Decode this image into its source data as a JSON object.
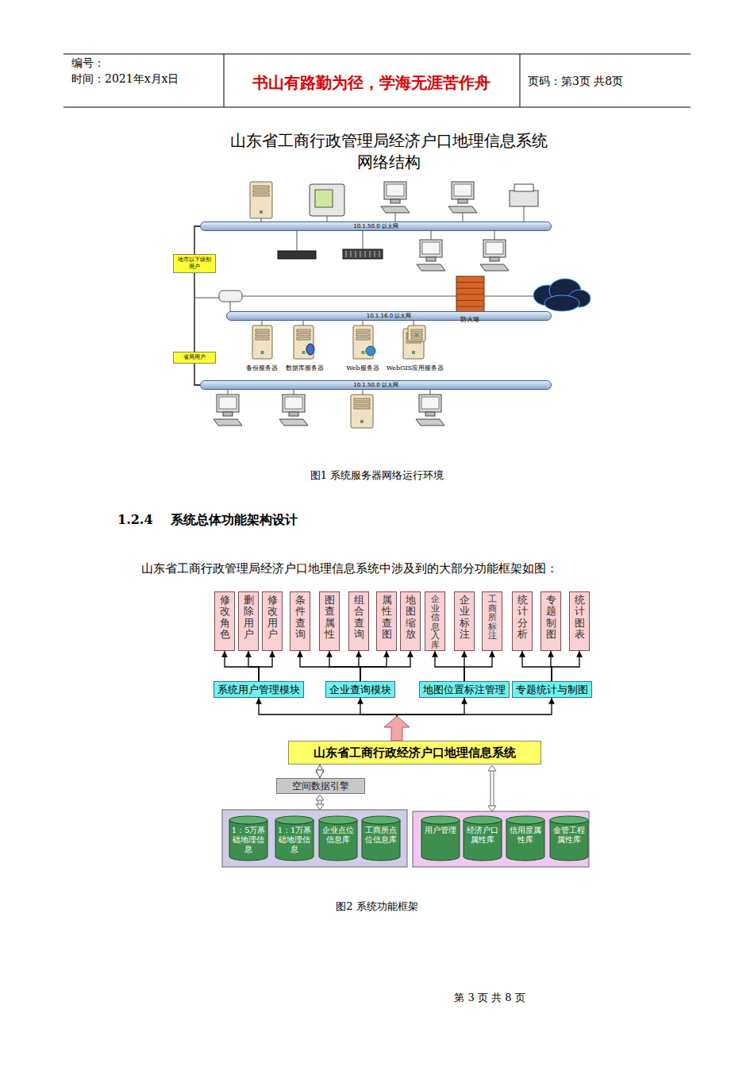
{
  "diagram": {
    "nodes": [
      {
        "text": [
          "10.1.50.0 以太网"
        ]
      },
      {
        "text": [
          "地市以下级别用户"
        ]
      },
      {
        "text": [
          "10.1.16.0 以太网"
        ]
      },
      {
        "text": [
          "省局用户"
        ]
      },
      {
        "text": [
          "10.1.50.0 以太网"
        ]
      },
      {
        "text": [
          "修改角色"
        ]
      },
      {
        "text": [
          "删除用户"
        ]
      },
      {
        "text": [
          "修改用户"
        ]
      },
      {
        "text": [
          "条件查询"
        ]
      },
      {
        "text": [
          "图查属性"
        ]
      },
      {
        "text": [
          "组合查询"
        ]
      },
      {
        "text": [
          "属性查图"
        ]
      },
      {
        "text": [
          "地图缩放"
        ]
      },
      {
        "text": [
          "企业信息入库"
        ]
      },
      {
        "text": [
          "企业标注"
        ]
      },
      {
        "text": [
          "工商所标注"
        ]
      },
      {
        "text": [
          "统计分析"
        ]
      },
      {
        "text": [
          "专题制图"
        ]
      },
      {
        "text": [
          "统计图表"
        ]
      },
      {
        "text": [
          "系统用户管理模块"
        ]
      },
      {
        "text": [
          "企业查询模块"
        ]
      },
      {
        "text": [
          "地图位置标注管理"
        ]
      },
      {
        "text": [
          "专题统计与制图"
        ]
      },
      {
        "text": [
          "山东省工商行政经济户口地理信息系统"
        ]
      },
      {
        "text": [
          "空间数据引擎"
        ]
      },
      {
        "text": [
          "1：5万基础地理信息"
        ]
      },
      {
        "text": [
          "1：1万基础地理信息"
        ]
      },
      {
        "text": [
          "企业点位信息库"
        ]
      },
      {
        "text": [
          "工商所点位信息库"
        ]
      },
      {
        "text": [
          "用户管理"
        ]
      },
      {
        "text": [
          "经济户口属性库"
        ]
      },
      {
        "text": [
          "信用度属性库"
        ]
      },
      {
        "text": [
          "金管工程属性库"
        ]
      }
    ],
    "edges": [
      {
        "from": 1,
        "to": 0,
        "arrow": "none"
      },
      {
        "from": 1,
        "to": 3,
        "arrow": "none"
      },
      {
        "from": 3,
        "to": 4,
        "arrow": "none"
      },
      {
        "from": 19,
        "to": 5,
        "arrow": "to"
      },
      {
        "from": 19,
        "to": 6,
        "arrow": "to"
      },
      {
        "from": 19,
        "to": 7,
        "arrow": "to"
      },
      {
        "from": 20,
        "to": 8,
        "arrow": "to"
      },
      {
        "from": 20,
        "to": 9,
        "arrow": "to"
      },
      {
        "from": 20,
        "to": 10,
        "arrow": "to"
      },
      {
        "from": 20,
        "to": 11,
        "arrow": "to"
      },
      {
        "from": 20,
        "to": 12,
        "arrow": "to"
      },
      {
        "from": 21,
        "to": 13,
        "arrow": "to"
      },
      {
        "from": 21,
        "to": 14,
        "arrow": "to"
      },
      {
        "from": 21,
        "to": 15,
        "arrow": "to"
      },
      {
        "from": 22,
        "to": 16,
        "arrow": "to"
      },
      {
        "from": 22,
        "to": 17,
        "arrow": "to"
      },
      {
        "from": 22,
        "to": 18,
        "arrow": "to"
      },
      {
        "from": 23,
        "to": 19,
        "arrow": "to"
      },
      {
        "from": 23,
        "to": 20,
        "arrow": "to"
      },
      {
        "from": 23,
        "to": 21,
        "arrow": "to"
      },
      {
        "from": 23,
        "to": 22,
        "arrow": "to"
      },
      {
        "from": 23,
        "to": 24,
        "arrow": "both"
      }
    ],
    "labels": [
      "编号：",
      "时间：2021年x月x日",
      "书山有路勤为径，学海无涯苦作舟",
      "页码：第3页 共8页",
      "山东省工商行政管理局经济户口地理信息系统 网络结构",
      "防火墙",
      "备份服务器",
      "数据库服务器",
      "Web服务器",
      "WebGIS应用服务器",
      "图1 系统服务器网络运行环境",
      "1.2.4    系统总体功能架构设计",
      "山东省工商行政管理局经济户口地理信息系统中涉及到的大部分功能框架如图：",
      "图2 系统功能框架",
      "第 3 页 共 8 页"
    ]
  }
}
